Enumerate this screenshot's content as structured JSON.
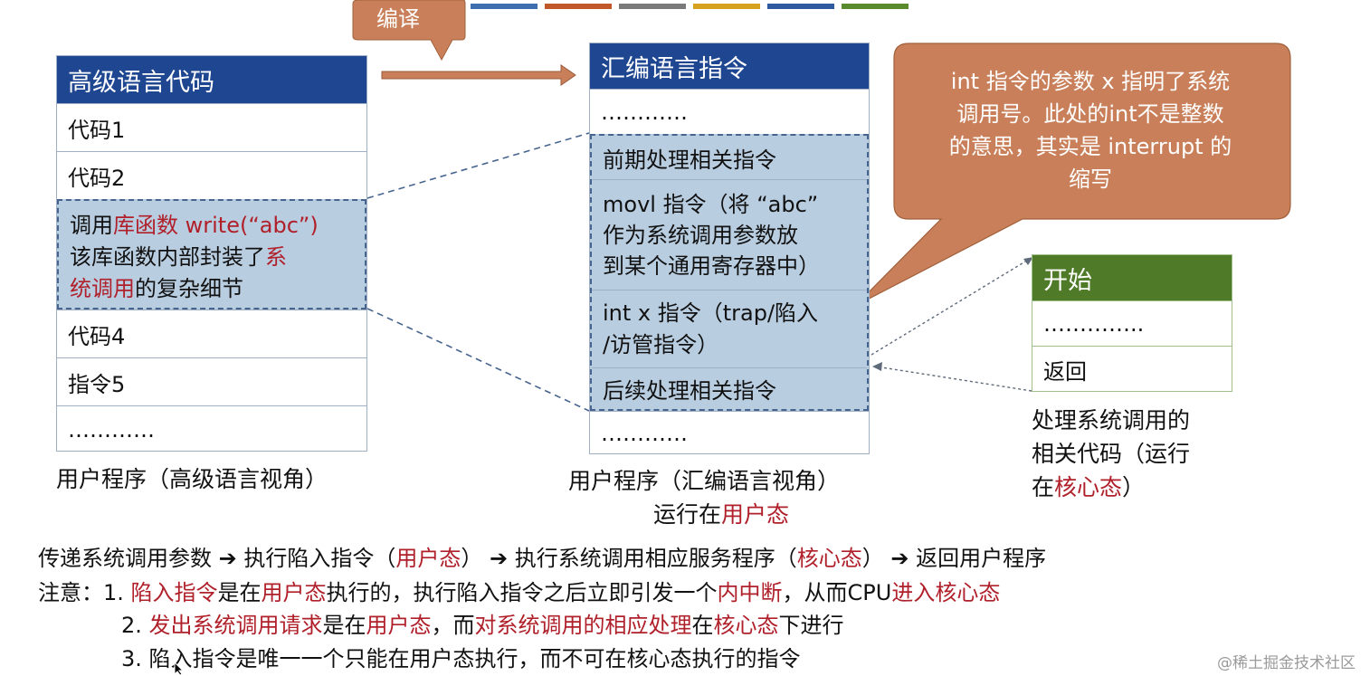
{
  "legend_colors": [
    "#3e6db0",
    "#c0582a",
    "#7a7a7a",
    "#d6a21e",
    "#2f5aa0",
    "#5a8a2e"
  ],
  "compile_callout": "编译",
  "int_callout": {
    "lines": [
      "int 指令的参数 x 指明了系统",
      "调用号。此处的int不是整数",
      "的意思，其实是 interrupt 的",
      "缩写"
    ]
  },
  "left_box": {
    "header": "高级语言代码",
    "rows": [
      "代码1",
      "代码2",
      "代码4",
      "指令5",
      "…………"
    ],
    "call_line1": {
      "a": "调用",
      "b": "库函数",
      "c": " write(“abc”)"
    },
    "call_line2": {
      "a": "该库函数内部封装了",
      "b": "系"
    },
    "call_line3": {
      "a": "统调用",
      "b": "的复杂细节"
    },
    "caption": "用户程序（高级语言视角）"
  },
  "mid_box": {
    "header": "汇编语言指令",
    "top_row": "…………",
    "rows": [
      "前期处理相关指令",
      "movl 指令（将 “abc”",
      "作为系统调用参数放",
      "到某个通用寄存器中）",
      "int x 指令（trap/陷入",
      "/访管指令）",
      "后续处理相关指令"
    ],
    "bottom_row": "…………",
    "caption1": "用户程序（汇编语言视角）",
    "caption2_a": "运行在",
    "caption2_b": "用户态"
  },
  "right_box": {
    "header": "开始",
    "rows": [
      "…………..",
      "返回"
    ],
    "caption_l1": "处理系统调用的",
    "caption_l2": "相关代码（运行",
    "caption_l3a": "在",
    "caption_l3b": "核心态",
    "caption_l3c": "）"
  },
  "flow": {
    "p1": "传递系统调用参数 ➔ 执行陷入指令（",
    "p2": "用户态",
    "p3": "） ➔ 执行系统调用相应服务程序（",
    "p4": "核心态",
    "p5": "） ➔ 返回用户程序"
  },
  "notes": {
    "n1": {
      "a": "注意：1. ",
      "b": "陷入指令",
      "c": "是在",
      "d": "用户态",
      "e": "执行的，执行陷入指令之后立即引发一个",
      "f": "内中断",
      "g": "，从而CPU",
      "h": "进入核心态"
    },
    "n2": {
      "a": "2. ",
      "b": "发出系统调用请求",
      "c": "是在",
      "d": "用户态",
      "e": "，而",
      "f": "对系统调用的相应处理",
      "g": "在",
      "h": "核心态",
      "i": "下进行"
    },
    "n3": "3. 陷入指令是唯一一个只能在用户态执行，而不可在核心态执行的指令"
  },
  "watermark": "@稀土掘金技术社区"
}
